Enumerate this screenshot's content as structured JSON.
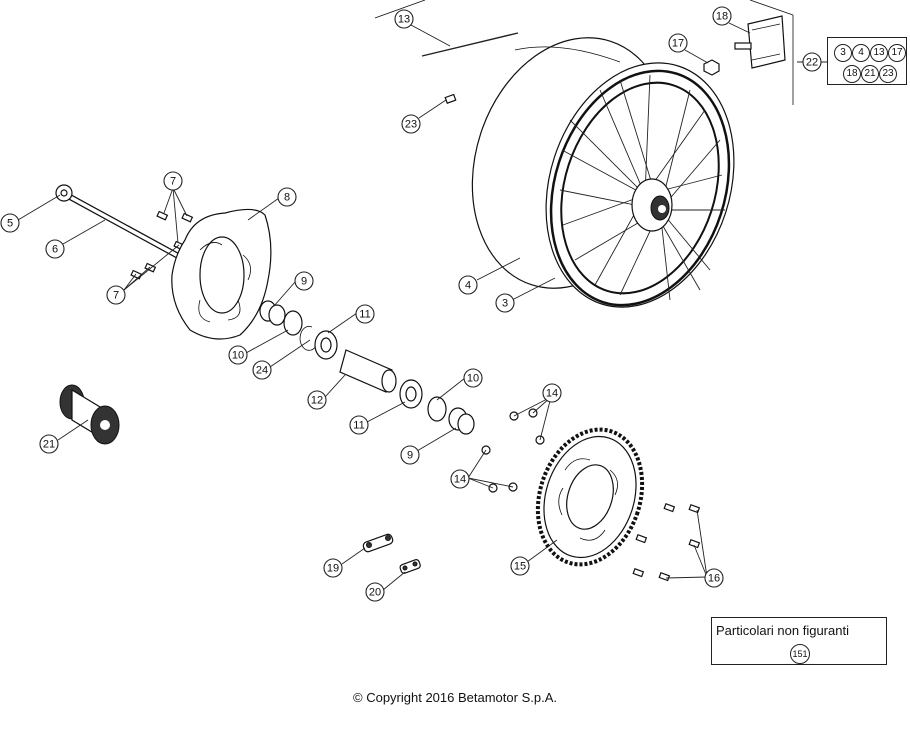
{
  "callouts": [
    {
      "label": "13"
    },
    {
      "label": "18"
    },
    {
      "label": "17"
    },
    {
      "label": "22"
    },
    {
      "label": "23"
    },
    {
      "label": "7"
    },
    {
      "label": "8"
    },
    {
      "label": "5"
    },
    {
      "label": "6"
    },
    {
      "label": "7"
    },
    {
      "label": "9"
    },
    {
      "label": "4"
    },
    {
      "label": "3"
    },
    {
      "label": "11"
    },
    {
      "label": "10"
    },
    {
      "label": "24"
    },
    {
      "label": "12"
    },
    {
      "label": "10"
    },
    {
      "label": "11"
    },
    {
      "label": "9"
    },
    {
      "label": "14"
    },
    {
      "label": "21"
    },
    {
      "label": "14"
    },
    {
      "label": "15"
    },
    {
      "label": "16"
    },
    {
      "label": "19"
    },
    {
      "label": "20"
    }
  ],
  "kit_items": [
    "3",
    "4",
    "13",
    "17",
    "18",
    "21",
    "23"
  ],
  "note": {
    "title": "Particolari non figuranti",
    "number": "151"
  },
  "copyright": "© Copyright 2016 Betamotor S.p.A."
}
